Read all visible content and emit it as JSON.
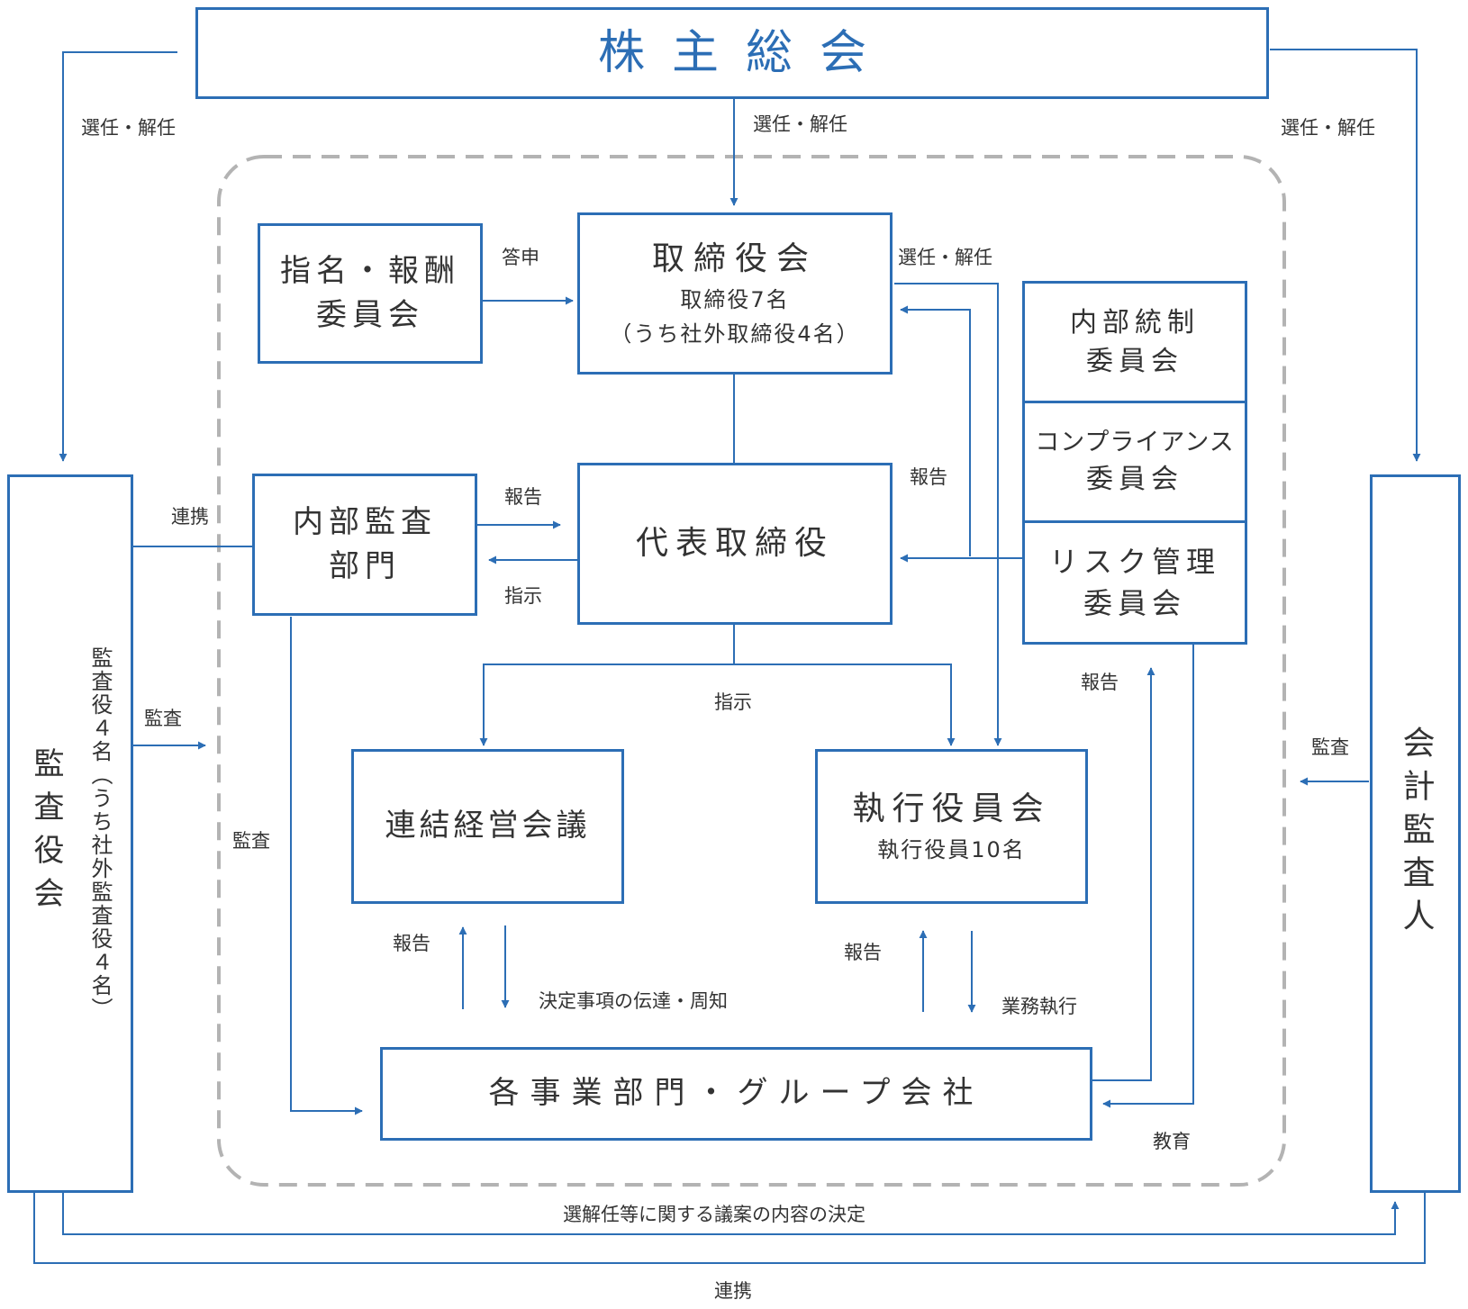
{
  "colors": {
    "line": "#2c6eb5",
    "dashed_frame": "#b3b3b3",
    "title": "#2c6eb5",
    "text": "#333333"
  },
  "nodes": {
    "shareholders": "株主総会",
    "nomination": {
      "line1": "指名・報酬",
      "line2": "委員会"
    },
    "board": {
      "title": "取締役会",
      "line2": "取締役7名",
      "line3": "（うち社外取締役4名）"
    },
    "internal_control": {
      "line1": "内部統制",
      "line2": "委員会"
    },
    "compliance": {
      "line1": "コンプライアンス",
      "line2": "委員会"
    },
    "risk": {
      "line1": "リスク管理",
      "line2": "委員会"
    },
    "internal_audit": {
      "line1": "内部監査",
      "line2": "部門"
    },
    "president": "代表取締役",
    "group_mgmt": "連結経営会議",
    "exec_officers": {
      "title": "執行役員会",
      "line2": "執行役員10名"
    },
    "business_units": "各事業部門・グループ会社",
    "audit_board": {
      "title": "監査役会",
      "sub": "監査役４名（うち社外監査役４名）"
    },
    "accounting_auditor": "会計監査人"
  },
  "labels": {
    "elect_left": "選任・解任",
    "elect_center": "選任・解任",
    "elect_right": "選任・解任",
    "elect_board": "選任・解任",
    "toshin": "答申",
    "report_board": "報告",
    "report_audit": "報告",
    "instruct_audit": "指示",
    "instruct_down": "指示",
    "renkei_left": "連携",
    "audit_left": "監査",
    "audit_internal": "監査",
    "audit_right": "監査",
    "report_risk": "報告",
    "report_group": "報告",
    "decision_notice": "決定事項の伝達・周知",
    "report_exec": "報告",
    "business_exec": "業務執行",
    "education": "教育",
    "election_proposal": "選解任等に関する議案の内容の決定",
    "renkei_bottom": "連携"
  }
}
